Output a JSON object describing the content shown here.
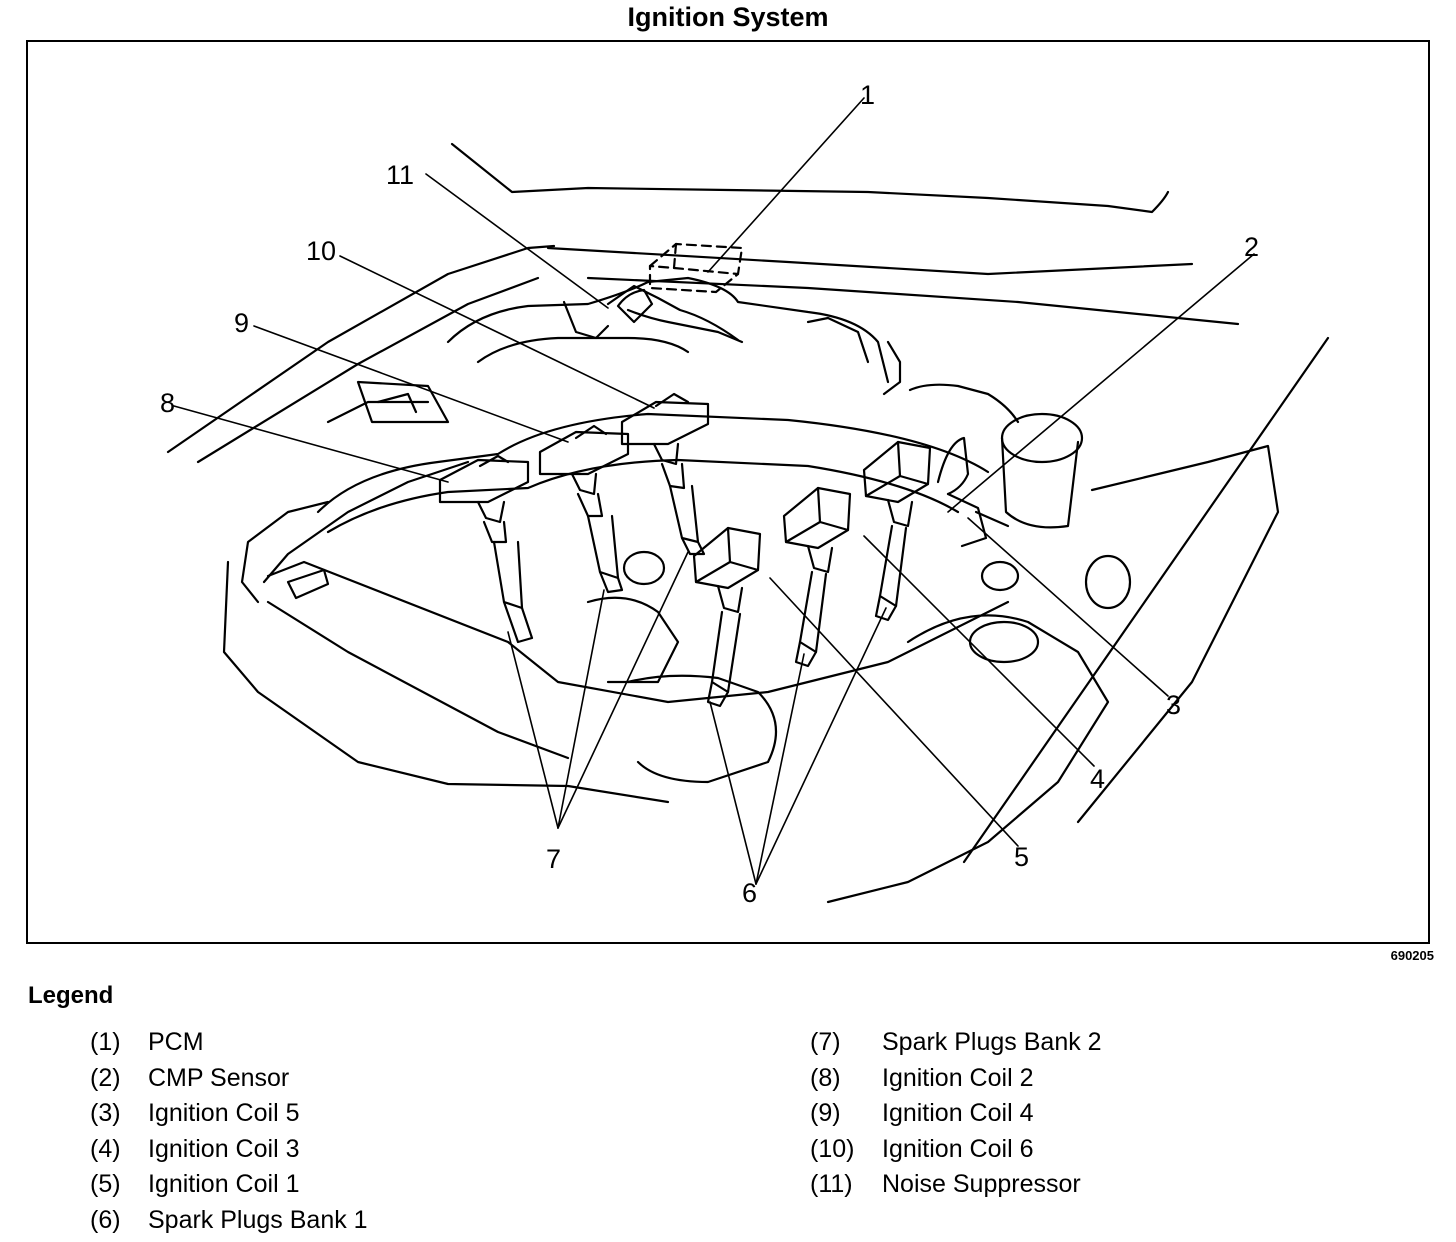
{
  "title": "Ignition System",
  "figure_id": "690205",
  "callouts": [
    "1",
    "2",
    "3",
    "4",
    "5",
    "6",
    "7",
    "8",
    "9",
    "10",
    "11"
  ],
  "legend": {
    "heading": "Legend",
    "left": [
      {
        "num": "(1)",
        "label": "PCM"
      },
      {
        "num": "(2)",
        "label": "CMP Sensor"
      },
      {
        "num": "(3)",
        "label": "Ignition Coil 5"
      },
      {
        "num": "(4)",
        "label": "Ignition Coil 3"
      },
      {
        "num": "(5)",
        "label": "Ignition Coil 1"
      },
      {
        "num": "(6)",
        "label": "Spark Plugs Bank 1"
      }
    ],
    "right": [
      {
        "num": "(7)",
        "label": "Spark Plugs Bank 2"
      },
      {
        "num": "(8)",
        "label": "Ignition Coil 2"
      },
      {
        "num": "(9)",
        "label": "Ignition Coil 4"
      },
      {
        "num": "(10)",
        "label": "Ignition Coil 6"
      },
      {
        "num": "(11)",
        "label": "Noise Suppressor"
      }
    ]
  }
}
